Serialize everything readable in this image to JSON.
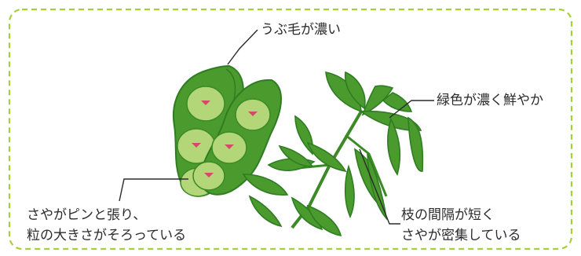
{
  "labels": {
    "fuzz": "うぶ毛が濃い",
    "color": "緑色が濃く鮮やか",
    "pods_line1": "さやがピンと張り、",
    "pods_line2": "粒の大きさがそろっている",
    "branch_line1": "枝の間隔が短く",
    "branch_line2": "さやが密集している"
  },
  "colors": {
    "frame": "#a6cf3a",
    "pod_dark": "#2f7d22",
    "pod_mid": "#4a9a2e",
    "pod_light": "#79bd4e",
    "bean": "#b2d678",
    "bean_spot": "#d44b6a",
    "leader": "#2b2b2b"
  }
}
